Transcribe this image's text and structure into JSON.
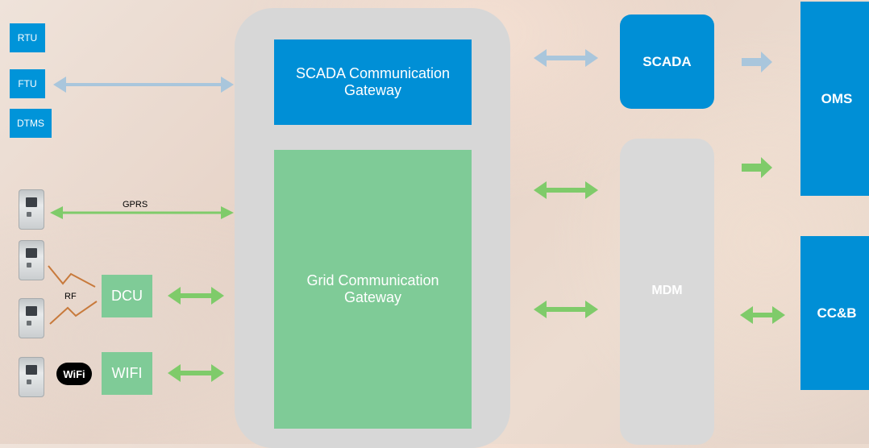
{
  "left_devices": {
    "rtu": "RTU",
    "ftu": "FTU",
    "dtms": "DTMS"
  },
  "labels": {
    "gprs": "GPRS",
    "rf": "RF",
    "dcu": "DCU",
    "wifi": "WIFI",
    "wifi_logo": "WiFi"
  },
  "gateways": {
    "scada_gateway": "SCADA Communication Gateway",
    "grid_gateway": "Grid Communication Gateway"
  },
  "systems": {
    "scada": "SCADA",
    "mdm": "MDM",
    "oms": "OMS",
    "ccb": "CC&B"
  },
  "colors": {
    "blue": "#008fd6",
    "green": "#7fcb97",
    "gray": "#d7d7d7",
    "arrow_blue": "#a9c6dc",
    "arrow_green": "#7fcb6a"
  }
}
